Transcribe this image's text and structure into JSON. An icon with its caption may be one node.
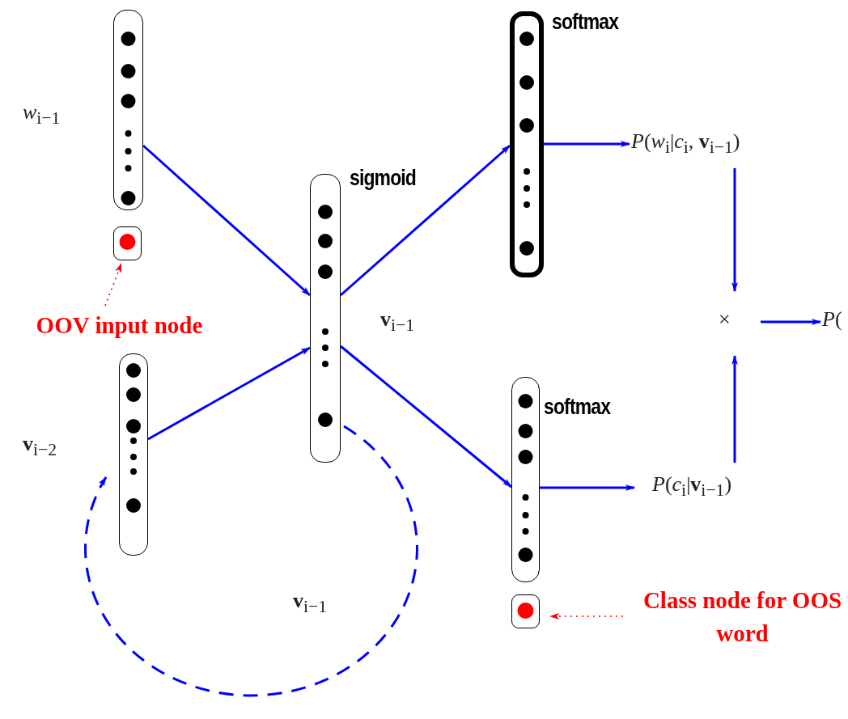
{
  "diagram": {
    "nodes": [
      {
        "text": [],
        "shape": "box",
        "beside": [
          "*w*$_{i−1}$"
        ]
      },
      {
        "text": [],
        "shape": "box"
      },
      {
        "text": [
          "OOV input node"
        ]
      },
      {
        "text": [],
        "shape": "box",
        "beside": [
          "**v**$_{i−2}$"
        ]
      },
      {
        "text": [],
        "shape": "box",
        "beside": [
          "sigmoid",
          "**v**$_{i−1}$"
        ]
      },
      {
        "text": [],
        "shape": "box",
        "beside": [
          "softmax"
        ]
      },
      {
        "text": [],
        "shape": "box",
        "beside": [
          "softmax"
        ]
      },
      {
        "text": [],
        "shape": "box"
      },
      {
        "text": [
          "Class node for OOS word"
        ]
      },
      {
        "text": [
          "*P*(*w*$_{i}$|*c*$_{i}$, **v**$_{i−1}$)"
        ]
      },
      {
        "text": [
          "*P*(*c*$_{i}$|**v**$_{i−1}$)"
        ]
      },
      {
        "text": [
          "×"
        ]
      },
      {
        "text": [
          "*P*("
        ]
      }
    ],
    "edges": [
      {
        "from": 0,
        "to": 4,
        "arrow": "to"
      },
      {
        "from": 3,
        "to": 4,
        "arrow": "to"
      },
      {
        "from": 4,
        "to": 5,
        "arrow": "to"
      },
      {
        "from": 4,
        "to": 6,
        "arrow": "to"
      },
      {
        "from": 5,
        "to": 9,
        "arrow": "to"
      },
      {
        "from": 6,
        "to": 10,
        "arrow": "to"
      },
      {
        "from": 9,
        "to": 11,
        "arrow": "to"
      },
      {
        "from": 10,
        "to": 11,
        "arrow": "to"
      },
      {
        "from": 11,
        "to": 12,
        "arrow": "to"
      },
      {
        "from": 2,
        "to": 1,
        "arrow": "to",
        "style": "dashed",
        "color": "#ff0000"
      },
      {
        "from": 8,
        "to": 7,
        "arrow": "to",
        "style": "dashed",
        "color": "#ff0000"
      },
      {
        "from": 4,
        "to": 3,
        "arrow": "to",
        "style": "dashed",
        "label": "**v**$_{i−1}$"
      }
    ]
  }
}
